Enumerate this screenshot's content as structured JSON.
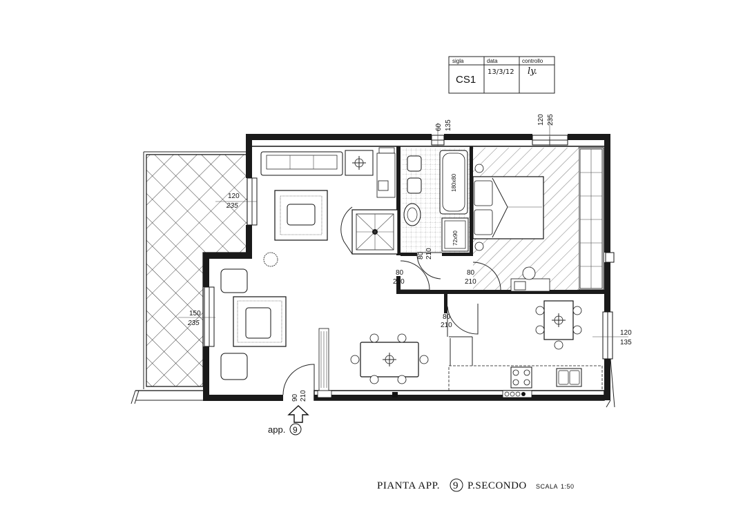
{
  "title_block": {
    "headers": [
      "sigla",
      "data",
      "controllo"
    ],
    "values": [
      "CS1",
      "13/3/12",
      "ly."
    ]
  },
  "dimensions": {
    "top_bath_window": [
      "60",
      "135"
    ],
    "top_bed_window": [
      "120",
      "235"
    ],
    "left_upper_window": [
      "120",
      "235"
    ],
    "left_lower_window": [
      "150",
      "235"
    ],
    "right_kitchen_window": [
      "120",
      "135"
    ],
    "door_bath": [
      "80",
      "210"
    ],
    "door_hall": [
      "80",
      "210"
    ],
    "door_bed": [
      "80",
      "210"
    ],
    "door_kitchen": [
      "80",
      "210"
    ],
    "door_entrance": [
      "90",
      "210"
    ],
    "tub": "180x80",
    "shower": "72x90"
  },
  "entrance": {
    "label": "app.",
    "number": "9"
  },
  "footer": {
    "title_prefix": "PIANTA  APP.",
    "title_number": "9",
    "title_suffix": "P.SECONDO",
    "scale_label": "SCALA",
    "scale_value": "1:50"
  }
}
